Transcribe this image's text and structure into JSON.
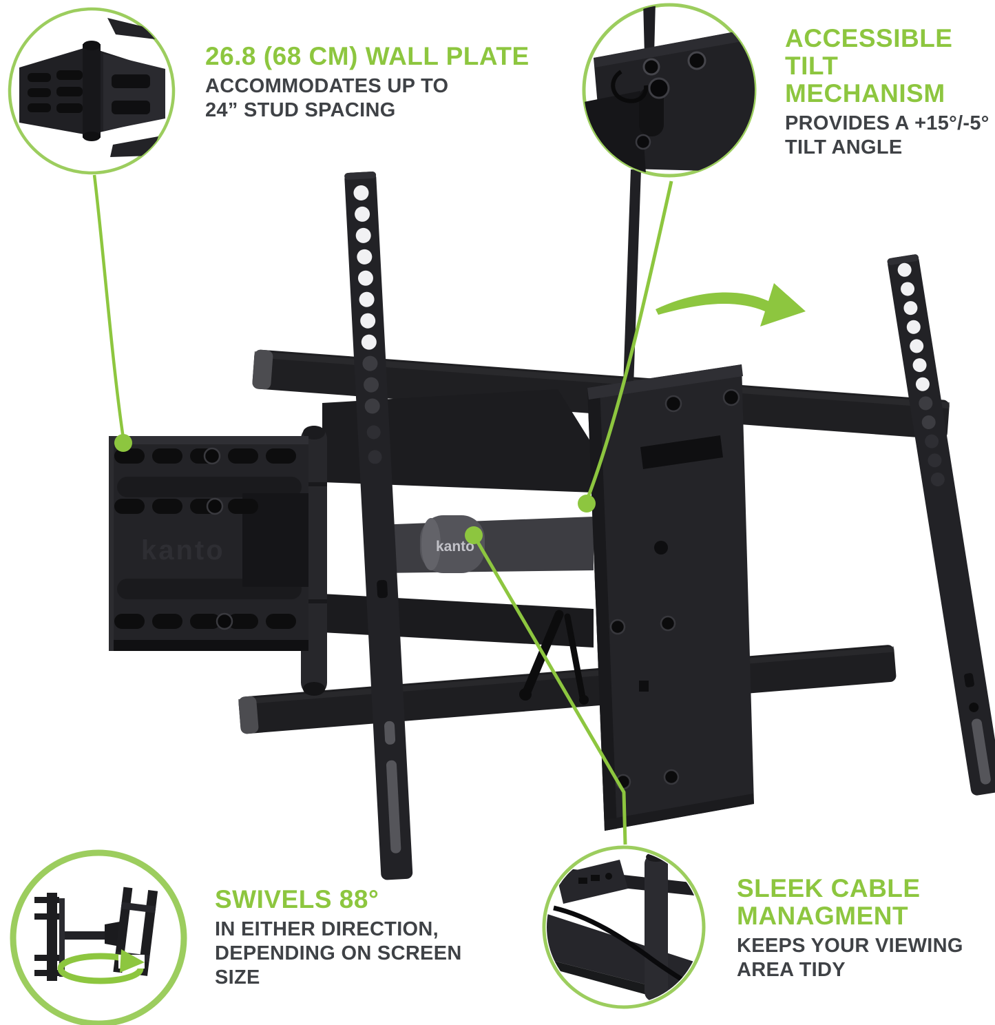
{
  "colors": {
    "accent_green": "#8dc63f",
    "ring_green": "#9ccd5e",
    "text_dark": "#3f4246",
    "product_black": "#222226",
    "background": "#ffffff"
  },
  "brand": {
    "wall_plate_watermark": "kanto",
    "arm_logo": "kanto"
  },
  "features": [
    {
      "id": "wall-plate",
      "title": "26.8 (68 CM) WALL PLATE",
      "description": "ACCOMMODATES UP TO\n24” STUD SPACING"
    },
    {
      "id": "tilt-mechanism",
      "title": "ACCESSIBLE TILT\nMECHANISM",
      "description": "PROVIDES A +15°/-5°\nTILT ANGLE"
    },
    {
      "id": "swivel",
      "title": "SWIVELS 88°",
      "description": "IN EITHER DIRECTION,\nDEPENDING ON SCREEN\nSIZE"
    },
    {
      "id": "cable-management",
      "title": "SLEEK CABLE\nMANAGMENT",
      "description": "KEEPS YOUR VIEWING\nAREA TIDY"
    }
  ]
}
